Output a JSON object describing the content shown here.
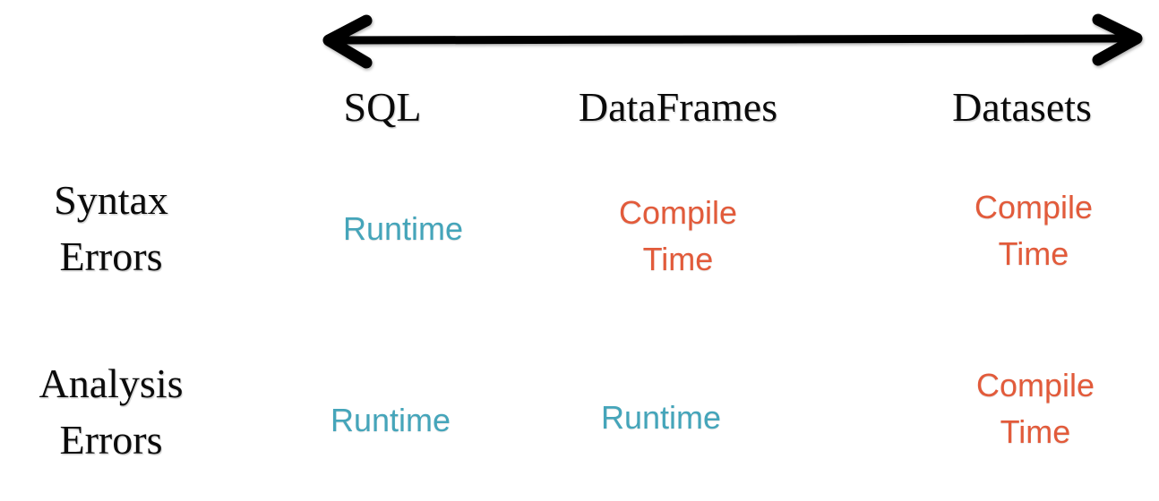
{
  "table": {
    "columns": [
      {
        "label": "SQL"
      },
      {
        "label": "DataFrames"
      },
      {
        "label": "Datasets"
      }
    ],
    "rows": [
      {
        "label": "Syntax Errors",
        "cells": [
          {
            "text": "Runtime",
            "kind": "runtime"
          },
          {
            "text": "Compile Time",
            "kind": "compile-time"
          },
          {
            "text": "Compile Time",
            "kind": "compile-time"
          }
        ]
      },
      {
        "label": "Analysis Errors",
        "cells": [
          {
            "text": "Runtime",
            "kind": "runtime"
          },
          {
            "text": "Runtime",
            "kind": "runtime"
          },
          {
            "text": "Compile Time",
            "kind": "compile-time"
          }
        ]
      }
    ]
  },
  "colors": {
    "runtime_text": "#45A5BA",
    "compile_time_text": "#E25B3B",
    "heading_text": "#0B0B0B",
    "arrow": "#000000",
    "background": "#FFFFFF"
  }
}
